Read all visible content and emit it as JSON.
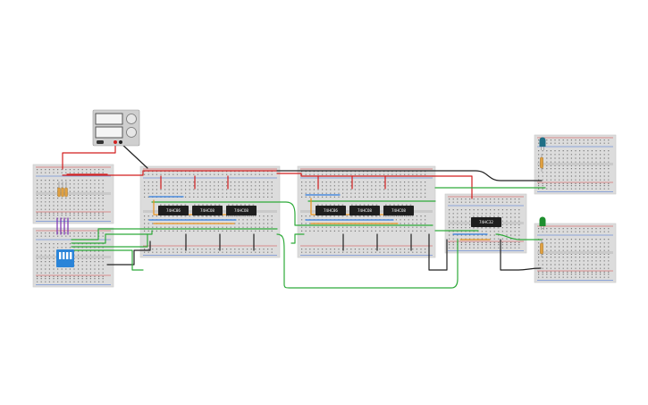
{
  "colors": {
    "board": "#dcdcdc",
    "board_edge": "#c8c8c8",
    "hole": "#7a7a7a",
    "rail_red": "#d23a3a",
    "rail_blue": "#3a6ad2",
    "wire_red": "#d21e1e",
    "wire_black": "#222222",
    "wire_green": "#2eaa3a",
    "wire_orange": "#e8921e",
    "wire_blue": "#2f7de0",
    "wire_purple": "#7a2fb0",
    "chip": "#1e1e1e",
    "dip_switch": "#2a84d8",
    "psu_body": "#cfcfcf",
    "led_teal": "#1f6f86",
    "led_green": "#1f8f2f"
  },
  "components": {
    "power_supply": {
      "name": "power-supply"
    },
    "dip_switch": {
      "name": "dip-switch"
    },
    "resistors": [
      {
        "name": "resistor-bank-left"
      },
      {
        "name": "resistor-led-top"
      },
      {
        "name": "resistor-led-bottom"
      }
    ],
    "leds": [
      {
        "name": "led-top",
        "color_key": "led_teal"
      },
      {
        "name": "led-bottom",
        "color_key": "led_green"
      }
    ]
  },
  "chips": [
    {
      "label": "74HC86",
      "board": "middle-left"
    },
    {
      "label": "74HC08",
      "board": "middle-left"
    },
    {
      "label": "74HC08",
      "board": "middle-left"
    },
    {
      "label": "74HC86",
      "board": "middle-right"
    },
    {
      "label": "74HC08",
      "board": "middle-right"
    },
    {
      "label": "74HC08",
      "board": "middle-right"
    },
    {
      "label": "74HC32",
      "board": "right-small"
    }
  ]
}
